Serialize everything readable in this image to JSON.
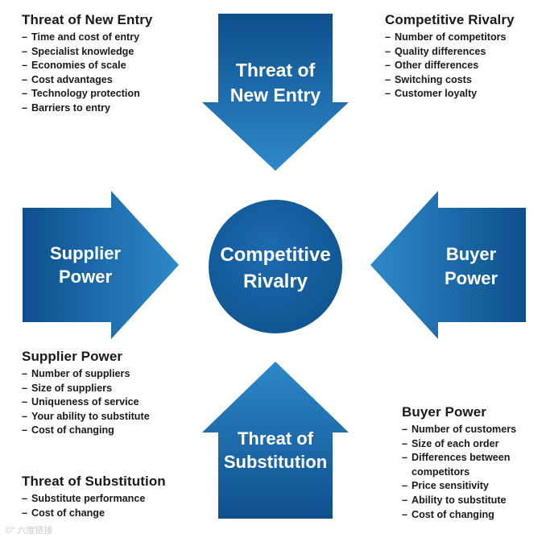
{
  "center": {
    "line1": "Competitive",
    "line2": "Rivalry"
  },
  "arrows": {
    "top": {
      "line1": "Threat of",
      "line2": "New Entry"
    },
    "left": {
      "line1": "Supplier",
      "line2": "Power"
    },
    "right": {
      "line1": "Buyer",
      "line2": "Power"
    },
    "bottom": {
      "line1": "Threat of",
      "line2": "Substitution"
    }
  },
  "blocks": {
    "new_entry": {
      "title": "Threat of New Entry",
      "items": [
        "Time and cost of entry",
        "Specialist knowledge",
        "Economies of scale",
        "Cost advantages",
        "Technology protection",
        "Barriers to entry"
      ]
    },
    "rivalry": {
      "title": "Competitive Rivalry",
      "items": [
        "Number of competitors",
        "Quality differences",
        "Other differences",
        "Switching costs",
        "Customer loyalty"
      ]
    },
    "supplier": {
      "title": "Supplier Power",
      "items": [
        "Number of suppliers",
        "Size of suppliers",
        "Uniqueness of service",
        "Your ability to substitute",
        "Cost of changing"
      ]
    },
    "substitution": {
      "title": "Threat of Substitution",
      "items": [
        "Substitute performance",
        "Cost of change"
      ]
    },
    "buyer": {
      "title": "Buyer Power",
      "items": [
        "Number of customers",
        "Size of each order",
        "Differences between competitors",
        "Price sensitivity",
        "Ability to substitute",
        "Cost of changing"
      ]
    }
  },
  "watermark": "©° 六度链接",
  "colors": {
    "primary": "#1f6fb4",
    "dark": "#0b4b86",
    "light": "#3b94d2",
    "text": "#1a1a1a"
  }
}
